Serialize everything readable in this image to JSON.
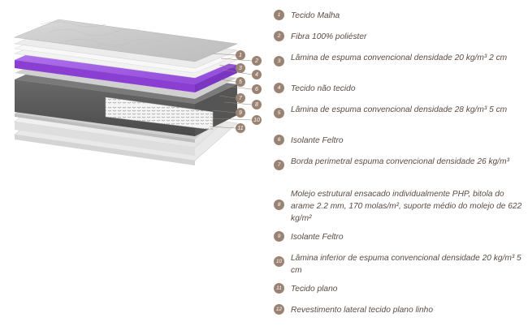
{
  "layers": [
    {
      "number": "1",
      "text": "Tecido Malha"
    },
    {
      "number": "2",
      "text": "Fibra 100% poliéster"
    },
    {
      "number": "3",
      "text": "Lâmina de espuma convencional densidade 20 kg/m³ 2 cm"
    },
    {
      "number": "4",
      "text": "Tecido não tecido"
    },
    {
      "number": "5",
      "text": "Lâmina de espuma convencional densidade 28 kg/m³ 5 cm"
    },
    {
      "number": "6",
      "text": "Isolante Feltro"
    },
    {
      "number": "7",
      "text": "Borda perimetral espuma convencional densidade 26 kg/m³"
    },
    {
      "number": "8",
      "text": "Molejo estrutural ensacado individualmente PHP, bitola do arame 2.2 mm, 170 molas/m², suporte médio do molejo de 622 kg/m²"
    },
    {
      "number": "9",
      "text": "Isolante Feltro"
    },
    {
      "number": "10",
      "text": "Lâmina inferior de espuma convencional densidade 20 kg/m³ 5 cm"
    },
    {
      "number": "11",
      "text": "Tecido plano"
    },
    {
      "number": "12",
      "text": "Revestimento lateral tecido plano linho"
    }
  ],
  "diagram_labels": [
    "1",
    "2",
    "3",
    "4",
    "5",
    "6",
    "7",
    "8",
    "9",
    "10",
    "11"
  ],
  "colors": {
    "badge": "#9a8373",
    "text": "#5a4c43",
    "purple_foam": "#a45ee6",
    "knit_fabric": "#cfcfcf",
    "border_foam": "#5b5b5b"
  }
}
